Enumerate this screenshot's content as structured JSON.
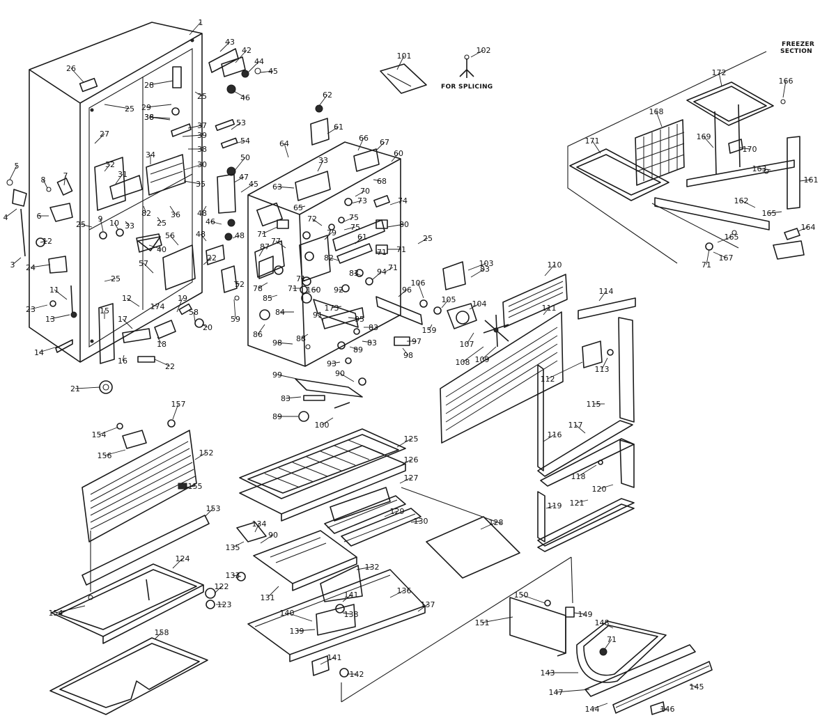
{
  "notes": {
    "freezer_section_line1": "FREEZER",
    "freezer_section_line2": "SECTION",
    "for_splicing": "FOR SPLICING"
  },
  "callouts": [
    {
      "id": "c1",
      "label": "1"
    },
    {
      "id": "c3",
      "label": "3"
    },
    {
      "id": "c4",
      "label": "4"
    },
    {
      "id": "c5",
      "label": "5"
    },
    {
      "id": "c6",
      "label": "6"
    },
    {
      "id": "c7",
      "label": "7"
    },
    {
      "id": "c8",
      "label": "8"
    },
    {
      "id": "c9",
      "label": "9"
    },
    {
      "id": "c10",
      "label": "10"
    },
    {
      "id": "c11",
      "label": "11"
    },
    {
      "id": "c12a",
      "label": "12"
    },
    {
      "id": "c12b",
      "label": "12"
    },
    {
      "id": "c13",
      "label": "13"
    },
    {
      "id": "c14",
      "label": "14"
    },
    {
      "id": "c15",
      "label": "15"
    },
    {
      "id": "c16",
      "label": "16"
    },
    {
      "id": "c17",
      "label": "17"
    },
    {
      "id": "c18",
      "label": "18"
    },
    {
      "id": "c19",
      "label": "19"
    },
    {
      "id": "c20",
      "label": "20"
    },
    {
      "id": "c21",
      "label": "21"
    },
    {
      "id": "c22a",
      "label": "22"
    },
    {
      "id": "c22b",
      "label": "22"
    },
    {
      "id": "c23",
      "label": "23"
    },
    {
      "id": "c24",
      "label": "24"
    },
    {
      "id": "c25a",
      "label": "25"
    },
    {
      "id": "c25b",
      "label": "25"
    },
    {
      "id": "c25c",
      "label": "25"
    },
    {
      "id": "c25d",
      "label": "25"
    },
    {
      "id": "c25e",
      "label": "25"
    },
    {
      "id": "c25f",
      "label": "25"
    },
    {
      "id": "c26",
      "label": "26"
    },
    {
      "id": "c27",
      "label": "27"
    },
    {
      "id": "c28",
      "label": "28"
    },
    {
      "id": "c29",
      "label": "29"
    },
    {
      "id": "c30",
      "label": "30"
    },
    {
      "id": "c31",
      "label": "31"
    },
    {
      "id": "c32",
      "label": "32"
    },
    {
      "id": "c33a",
      "label": "33"
    },
    {
      "id": "c33b",
      "label": "33"
    },
    {
      "id": "c34",
      "label": "34"
    },
    {
      "id": "c35",
      "label": "35"
    },
    {
      "id": "c36a",
      "label": "36"
    },
    {
      "id": "c36b",
      "label": "36"
    },
    {
      "id": "c37",
      "label": "37"
    },
    {
      "id": "c38a",
      "label": "38"
    },
    {
      "id": "c38b",
      "label": "38"
    },
    {
      "id": "c39",
      "label": "39"
    },
    {
      "id": "c40",
      "label": "40"
    },
    {
      "id": "c42",
      "label": "42"
    },
    {
      "id": "c43",
      "label": "43"
    },
    {
      "id": "c44",
      "label": "44"
    },
    {
      "id": "c45a",
      "label": "45"
    },
    {
      "id": "c45b",
      "label": "45"
    },
    {
      "id": "c46a",
      "label": "46"
    },
    {
      "id": "c46b",
      "label": "46"
    },
    {
      "id": "c47",
      "label": "47"
    },
    {
      "id": "c48a",
      "label": "48"
    },
    {
      "id": "c48b",
      "label": "48"
    },
    {
      "id": "c48c",
      "label": "48"
    },
    {
      "id": "c50",
      "label": "50"
    },
    {
      "id": "c52",
      "label": "52"
    },
    {
      "id": "c53",
      "label": "53"
    },
    {
      "id": "c54",
      "label": "54"
    },
    {
      "id": "c56",
      "label": "56"
    },
    {
      "id": "c57",
      "label": "57"
    },
    {
      "id": "c58",
      "label": "58"
    },
    {
      "id": "c59",
      "label": "59"
    },
    {
      "id": "c60",
      "label": "60"
    },
    {
      "id": "c61a",
      "label": "61"
    },
    {
      "id": "c61b",
      "label": "61"
    },
    {
      "id": "c62",
      "label": "62"
    },
    {
      "id": "c63",
      "label": "63"
    },
    {
      "id": "c64",
      "label": "64"
    },
    {
      "id": "c65",
      "label": "65"
    },
    {
      "id": "c66",
      "label": "66"
    },
    {
      "id": "c67",
      "label": "67"
    },
    {
      "id": "c68",
      "label": "68"
    },
    {
      "id": "c70",
      "label": "70"
    },
    {
      "id": "c71a",
      "label": "71"
    },
    {
      "id": "c71b",
      "label": "71"
    },
    {
      "id": "c71c",
      "label": "71"
    },
    {
      "id": "c71d",
      "label": "71"
    },
    {
      "id": "c71e",
      "label": "71"
    },
    {
      "id": "c71f",
      "label": "71"
    },
    {
      "id": "c71g",
      "label": "71"
    },
    {
      "id": "c71h",
      "label": "71"
    },
    {
      "id": "c72",
      "label": "72"
    },
    {
      "id": "c73",
      "label": "73"
    },
    {
      "id": "c74",
      "label": "74"
    },
    {
      "id": "c75a",
      "label": "75"
    },
    {
      "id": "c75b",
      "label": "75"
    },
    {
      "id": "c77",
      "label": "77"
    },
    {
      "id": "c78",
      "label": "78"
    },
    {
      "id": "c79",
      "label": "79"
    },
    {
      "id": "c80",
      "label": "80"
    },
    {
      "id": "c82a",
      "label": "82"
    },
    {
      "id": "c82b",
      "label": "82"
    },
    {
      "id": "c83a",
      "label": "83"
    },
    {
      "id": "c83b",
      "label": "83"
    },
    {
      "id": "c83c",
      "label": "83"
    },
    {
      "id": "c83d",
      "label": "83"
    },
    {
      "id": "c83e",
      "label": "83"
    },
    {
      "id": "c84",
      "label": "84"
    },
    {
      "id": "c85",
      "label": "85"
    },
    {
      "id": "c86",
      "label": "86"
    },
    {
      "id": "c87",
      "label": "87"
    },
    {
      "id": "c88",
      "label": "88"
    },
    {
      "id": "c89a",
      "label": "89"
    },
    {
      "id": "c89b",
      "label": "89"
    },
    {
      "id": "c90a",
      "label": "90"
    },
    {
      "id": "c90b",
      "label": "90"
    },
    {
      "id": "c91",
      "label": "91"
    },
    {
      "id": "c92",
      "label": "92"
    },
    {
      "id": "c93",
      "label": "93"
    },
    {
      "id": "c94",
      "label": "94"
    },
    {
      "id": "c95",
      "label": "95"
    },
    {
      "id": "c96",
      "label": "96"
    },
    {
      "id": "c97",
      "label": "97"
    },
    {
      "id": "c98a",
      "label": "98"
    },
    {
      "id": "c98b",
      "label": "98"
    },
    {
      "id": "c99",
      "label": "99"
    },
    {
      "id": "c100",
      "label": "100"
    },
    {
      "id": "c101",
      "label": "101"
    },
    {
      "id": "c102",
      "label": "102"
    },
    {
      "id": "c103",
      "label": "103"
    },
    {
      "id": "c104",
      "label": "104"
    },
    {
      "id": "c105",
      "label": "105"
    },
    {
      "id": "c106",
      "label": "106"
    },
    {
      "id": "c107",
      "label": "107"
    },
    {
      "id": "c108",
      "label": "108"
    },
    {
      "id": "c109",
      "label": "109"
    },
    {
      "id": "c110",
      "label": "110"
    },
    {
      "id": "c111",
      "label": "111"
    },
    {
      "id": "c112",
      "label": "112"
    },
    {
      "id": "c113",
      "label": "113"
    },
    {
      "id": "c114",
      "label": "114"
    },
    {
      "id": "c115",
      "label": "115"
    },
    {
      "id": "c116",
      "label": "116"
    },
    {
      "id": "c117",
      "label": "117"
    },
    {
      "id": "c118",
      "label": "118"
    },
    {
      "id": "c119",
      "label": "119"
    },
    {
      "id": "c120",
      "label": "120"
    },
    {
      "id": "c121",
      "label": "121"
    },
    {
      "id": "c122",
      "label": "122"
    },
    {
      "id": "c123",
      "label": "123"
    },
    {
      "id": "c124",
      "label": "124"
    },
    {
      "id": "c125",
      "label": "125"
    },
    {
      "id": "c126",
      "label": "126"
    },
    {
      "id": "c127",
      "label": "127"
    },
    {
      "id": "c128",
      "label": "128"
    },
    {
      "id": "c129",
      "label": "129"
    },
    {
      "id": "c130",
      "label": "130"
    },
    {
      "id": "c131",
      "label": "131"
    },
    {
      "id": "c132",
      "label": "132"
    },
    {
      "id": "c133",
      "label": "133"
    },
    {
      "id": "c134",
      "label": "134"
    },
    {
      "id": "c135",
      "label": "135"
    },
    {
      "id": "c136",
      "label": "136"
    },
    {
      "id": "c137",
      "label": "137"
    },
    {
      "id": "c138",
      "label": "138"
    },
    {
      "id": "c139",
      "label": "139"
    },
    {
      "id": "c140",
      "label": "140"
    },
    {
      "id": "c141a",
      "label": "141"
    },
    {
      "id": "c141b",
      "label": "141"
    },
    {
      "id": "c142",
      "label": "142"
    },
    {
      "id": "c143",
      "label": "143"
    },
    {
      "id": "c144",
      "label": "144"
    },
    {
      "id": "c145",
      "label": "145"
    },
    {
      "id": "c146",
      "label": "146"
    },
    {
      "id": "c147",
      "label": "147"
    },
    {
      "id": "c148",
      "label": "148"
    },
    {
      "id": "c149",
      "label": "149"
    },
    {
      "id": "c150",
      "label": "150"
    },
    {
      "id": "c151",
      "label": "151"
    },
    {
      "id": "c152",
      "label": "152"
    },
    {
      "id": "c153",
      "label": "153"
    },
    {
      "id": "c154a",
      "label": "154"
    },
    {
      "id": "c154b",
      "label": "154"
    },
    {
      "id": "c155",
      "label": "155"
    },
    {
      "id": "c156",
      "label": "156"
    },
    {
      "id": "c157",
      "label": "157"
    },
    {
      "id": "c158",
      "label": "158"
    },
    {
      "id": "c159",
      "label": "159"
    },
    {
      "id": "c160",
      "label": "160"
    },
    {
      "id": "c161",
      "label": "161"
    },
    {
      "id": "c162",
      "label": "162"
    },
    {
      "id": "c163",
      "label": "163"
    },
    {
      "id": "c164",
      "label": "164"
    },
    {
      "id": "c165a",
      "label": "165"
    },
    {
      "id": "c165b",
      "label": "165"
    },
    {
      "id": "c166",
      "label": "166"
    },
    {
      "id": "c167",
      "label": "167"
    },
    {
      "id": "c168",
      "label": "168"
    },
    {
      "id": "c169",
      "label": "169"
    },
    {
      "id": "c170",
      "label": "170"
    },
    {
      "id": "c171",
      "label": "171"
    },
    {
      "id": "c172",
      "label": "172"
    },
    {
      "id": "c173",
      "label": "173"
    },
    {
      "id": "c174",
      "label": "174"
    }
  ]
}
